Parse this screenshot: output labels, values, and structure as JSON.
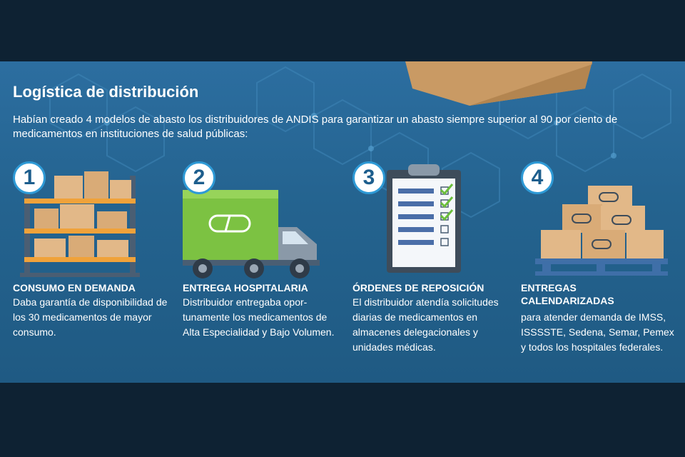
{
  "title": "Logística de distribución",
  "intro": "Habían creado 4 modelos de abasto los distribuidores de ANDIS para garantizar un abasto siempre superior al 90 por ciento de medicamentos en instituciones de salud públicas:",
  "items": [
    {
      "number": "1",
      "label": "CONSUMO EN DEMANDA",
      "description": "Daba garantía de disponibili­dad de los 30 medicamentos de mayor consumo.",
      "icon": "warehouse-shelves-icon"
    },
    {
      "number": "2",
      "label": "ENTREGA HOSPITALARIA",
      "description": "Distribuidor entregaba opor­tunamente los medicamentos de Alta Especialidad y Bajo Volumen.",
      "icon": "delivery-truck-icon"
    },
    {
      "number": "3",
      "label": "ÓRDENES DE REPOSICIÓN",
      "description": "El distribuidor atendía solicitu­des diarias de medicamentos en almacenes delegacionales y unidades médicas.",
      "icon": "clipboard-checklist-icon"
    },
    {
      "number": "4",
      "label": "ENTREGAS CALENDARIZADAS",
      "description": "para atender demanda de IMSS, ISSSSTE, Sedena, Semar, Pemex y todos los hospitales federales.",
      "icon": "boxes-pallet-icon"
    }
  ],
  "colors": {
    "panel": "#24638f",
    "frame": "#0e2233",
    "box": "#e2b888",
    "truck_green": "#7cc242",
    "shelf_orange": "#f0a23a"
  }
}
